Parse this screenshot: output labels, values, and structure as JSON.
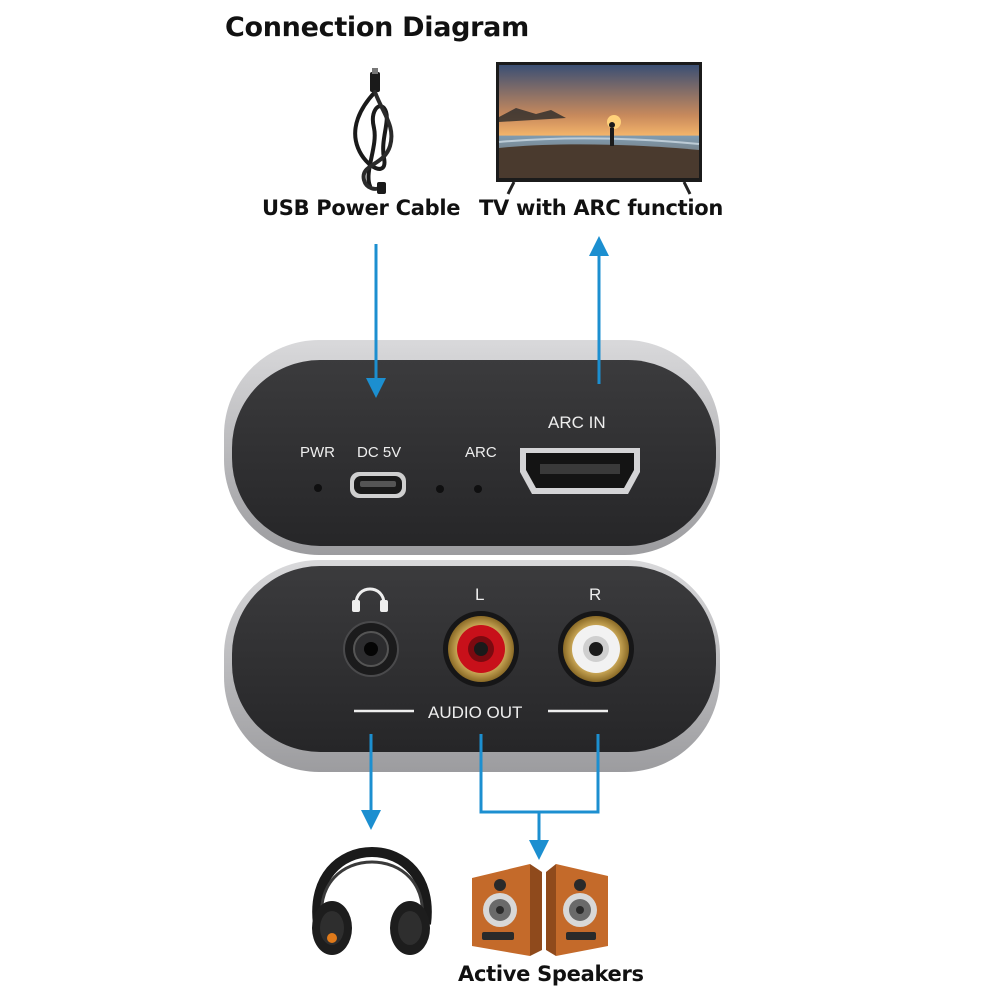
{
  "diagram": {
    "title": "Connection Diagram",
    "usb_cable_label": "USB Power Cable",
    "tv_label": "TV with ARC function",
    "speakers_label": "Active Speakers",
    "top_panel": {
      "pwr_label": "PWR",
      "dc_label": "DC 5V",
      "arc_label": "ARC",
      "arc_in_label": "ARC IN"
    },
    "bottom_panel": {
      "left_label": "L",
      "right_label": "R",
      "audio_out_label": "AUDIO OUT"
    }
  },
  "icons": [
    "usb-cable-icon",
    "tv-icon",
    "headphones-icon",
    "speakers-icon",
    "headphone-symbol-icon"
  ],
  "colors": {
    "arrow": "#1c8fd0",
    "device_body": "#2f2f31",
    "device_rim": "#b8b8ba",
    "rca_left": "#c8101a",
    "rca_right": "#f2f2f2",
    "rca_gold": "#c9a24a",
    "speaker_wood": "#c46a2a"
  }
}
